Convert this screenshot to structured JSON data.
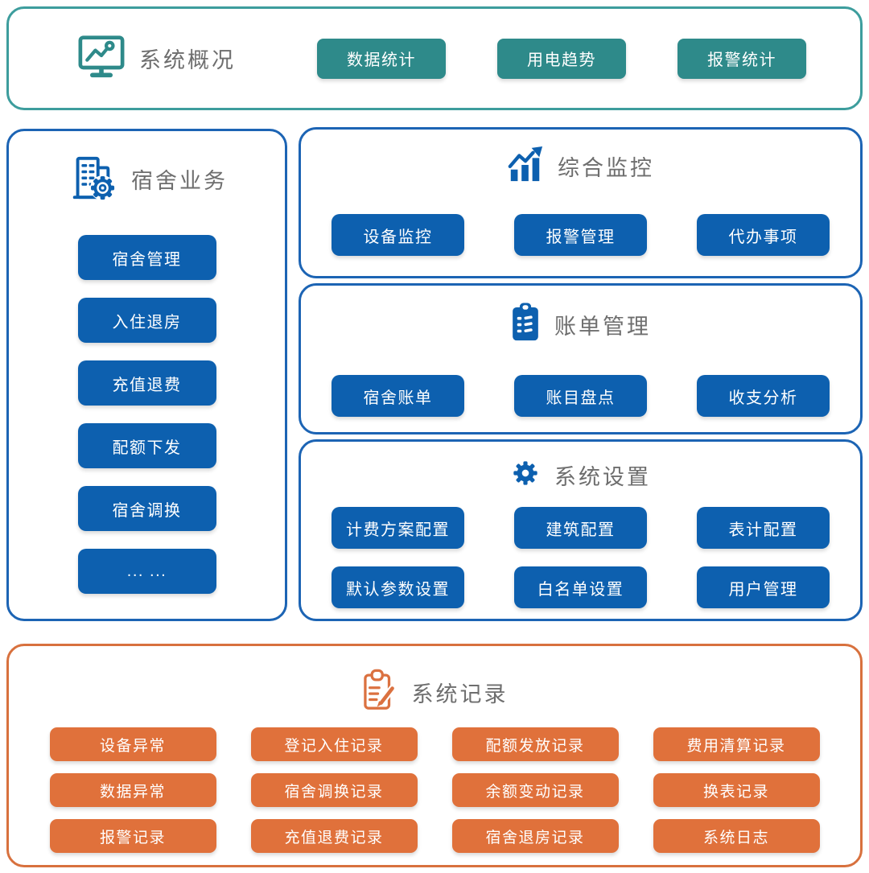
{
  "colors": {
    "teal_button": "#2E8A8A",
    "teal_border": "#3D9D9D",
    "blue_button": "#0D60AF",
    "blue_border": "#1C64B4",
    "orange_button": "#E0713B",
    "orange_border": "#D8713E",
    "title_text": "#6E6E6E",
    "button_text": "#FFFFFF"
  },
  "overview": {
    "title": "系统概况",
    "icon": "monitor-trend-icon",
    "buttons": [
      "数据统计",
      "用电趋势",
      "报警统计"
    ]
  },
  "dorm_business": {
    "title": "宿舍业务",
    "icon": "building-gear-icon",
    "buttons": [
      "宿舍管理",
      "入住退房",
      "充值退费",
      "配额下发",
      "宿舍调换",
      "...  ..."
    ]
  },
  "monitoring": {
    "title": "综合监控",
    "icon": "bar-chart-arrow-icon",
    "buttons": [
      "设备监控",
      "报警管理",
      "代办事项"
    ]
  },
  "billing": {
    "title": "账单管理",
    "icon": "clipboard-list-icon",
    "buttons": [
      "宿舍账单",
      "账目盘点",
      "收支分析"
    ]
  },
  "settings": {
    "title": "系统设置",
    "icon": "gear-icon",
    "buttons": [
      "计费方案配置",
      "建筑配置",
      "表计配置",
      "默认参数设置",
      "白名单设置",
      "用户管理"
    ]
  },
  "records": {
    "title": "系统记录",
    "icon": "clipboard-pen-icon",
    "buttons": [
      "设备异常",
      "登记入住记录",
      "配额发放记录",
      "费用清算记录",
      "数据异常",
      "宿舍调换记录",
      "余额变动记录",
      "换表记录",
      "报警记录",
      "充值退费记录",
      "宿舍退房记录",
      "系统日志"
    ]
  }
}
